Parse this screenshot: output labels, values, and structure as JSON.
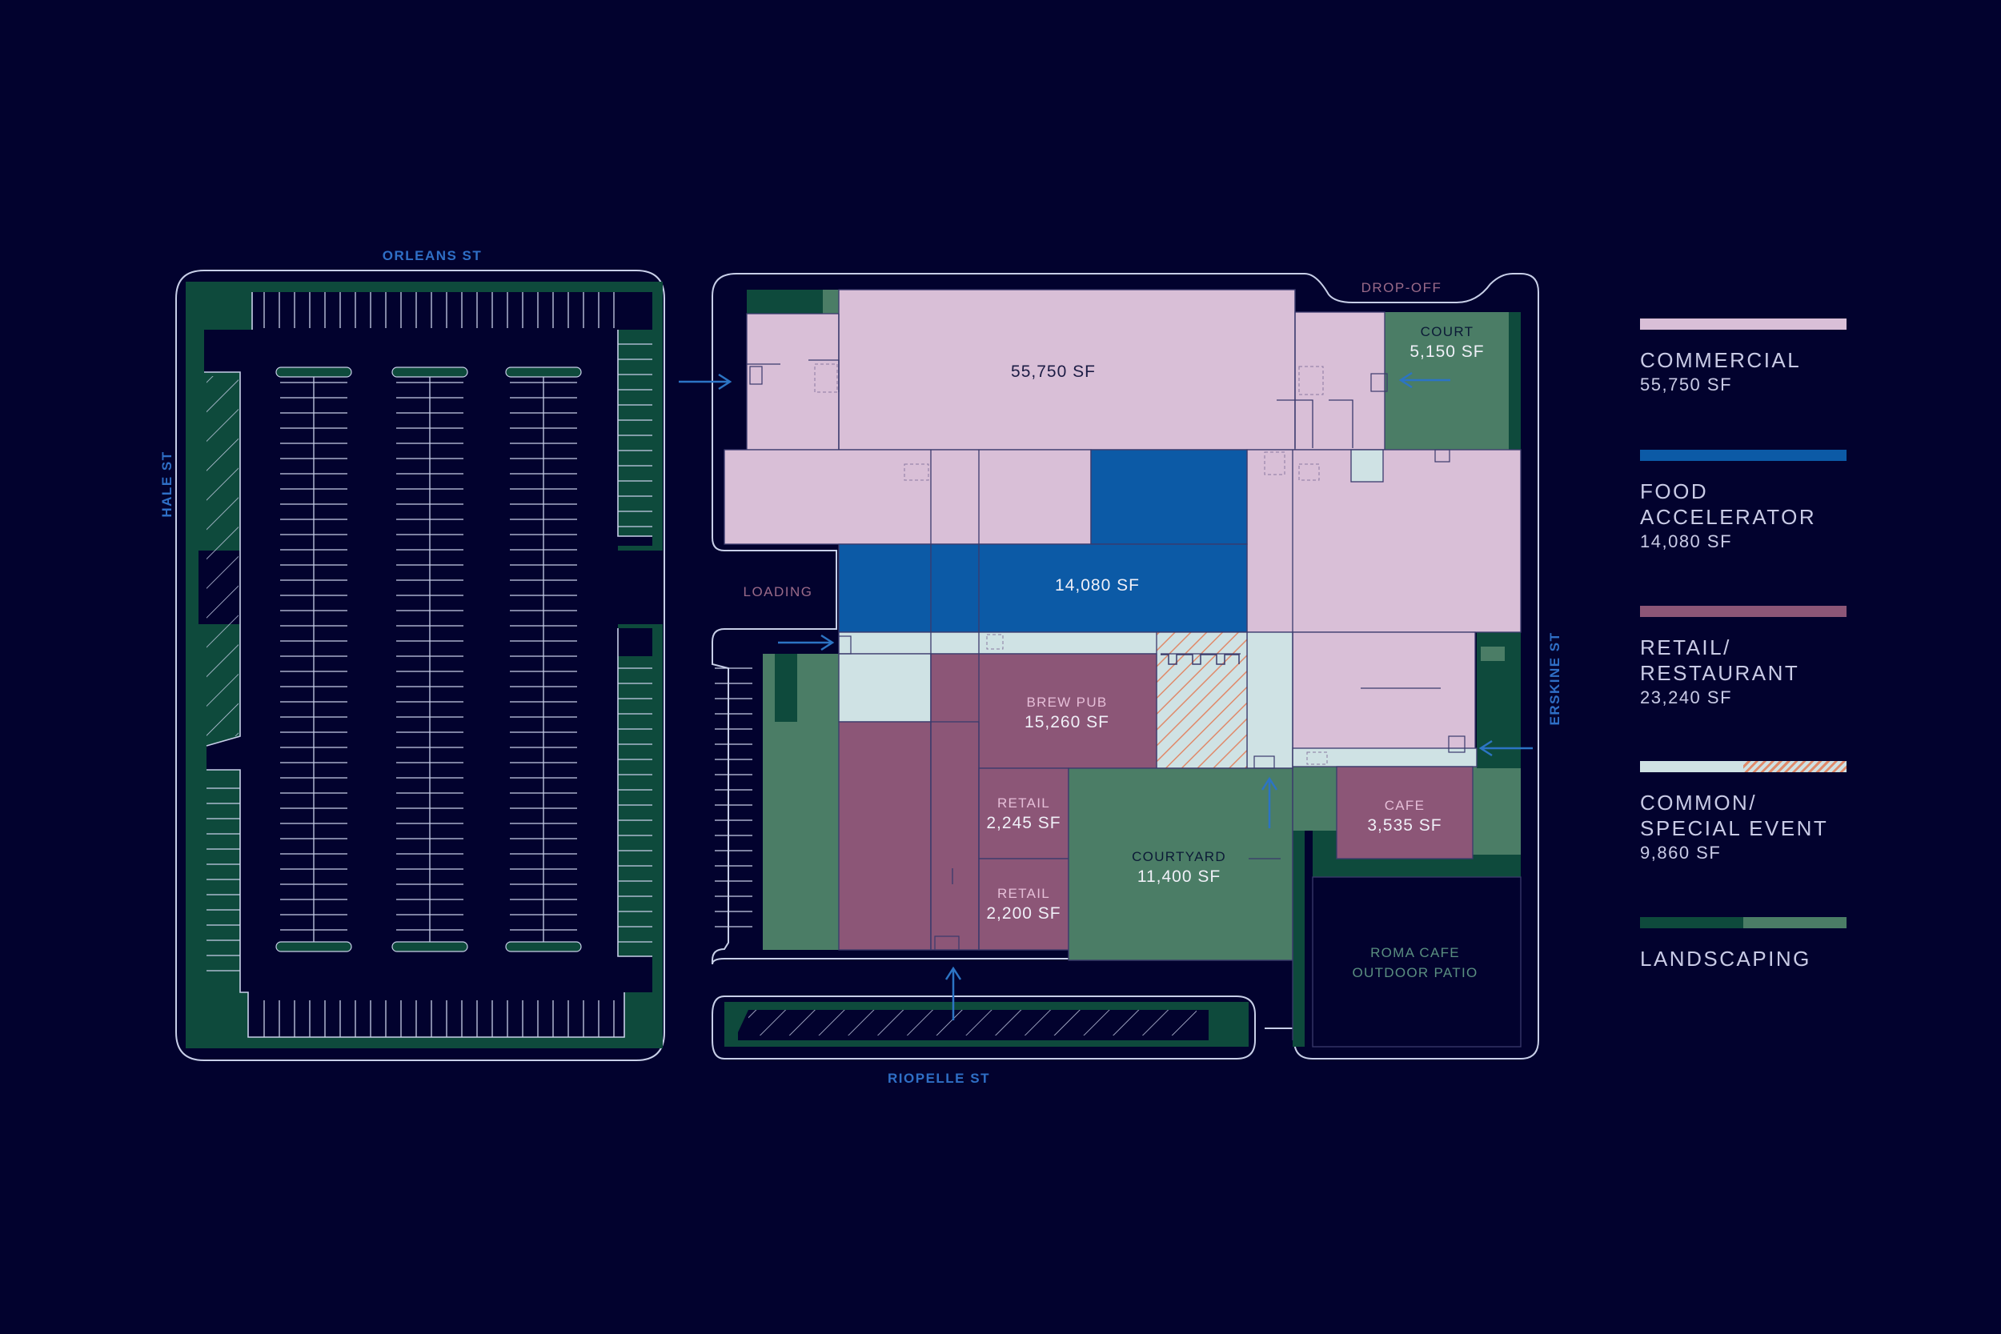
{
  "streets": {
    "north": "ORLEANS ST",
    "west": "HALE ST",
    "south": "RIOPELLE ST",
    "east": "ERSKINE ST"
  },
  "site_labels": {
    "loading": "LOADING",
    "dropoff": "DROP-OFF",
    "patio_line1": "ROMA CAFE",
    "patio_line2": "OUTDOOR PATIO"
  },
  "rooms": {
    "commercial_main": {
      "area": "55,750 SF"
    },
    "court": {
      "label": "COURT",
      "area": "5,150 SF"
    },
    "food_accelerator": {
      "area": "14,080 SF"
    },
    "brew_pub": {
      "label": "BREW PUB",
      "area": "15,260 SF"
    },
    "retail_a": {
      "label": "RETAIL",
      "area": "2,245 SF"
    },
    "retail_b": {
      "label": "RETAIL",
      "area": "2,200 SF"
    },
    "courtyard": {
      "label": "COURTYARD",
      "area": "11,400 SF"
    },
    "cafe": {
      "label": "CAFE",
      "area": "3,535 SF"
    }
  },
  "legend": [
    {
      "title": "COMMERCIAL",
      "area": "55,750 SF",
      "color": "#d9bfd7"
    },
    {
      "title": "FOOD\nACCELERATOR",
      "area": "14,080 SF",
      "color": "#0c5aa6"
    },
    {
      "title": "RETAIL/\nRESTAURANT",
      "area": "23,240 SF",
      "color": "#8c5677"
    },
    {
      "title": "COMMON/\nSPECIAL EVENT",
      "area": "9,860 SF",
      "color": "#cfe2e4"
    },
    {
      "title": "LANDSCAPING",
      "area": "",
      "color": "#0e4a3c"
    }
  ],
  "colors": {
    "background": "#02022e",
    "commercial": "#d9bfd7",
    "food_accelerator": "#0c5aa6",
    "retail": "#8c5677",
    "common": "#cfe2e4",
    "landscaping_dark": "#0e4a3c",
    "landscaping_light": "#4b7d66",
    "hatch": "#e08a6a",
    "street_text": "#2f6fc6",
    "arrow": "#2c74c4"
  }
}
